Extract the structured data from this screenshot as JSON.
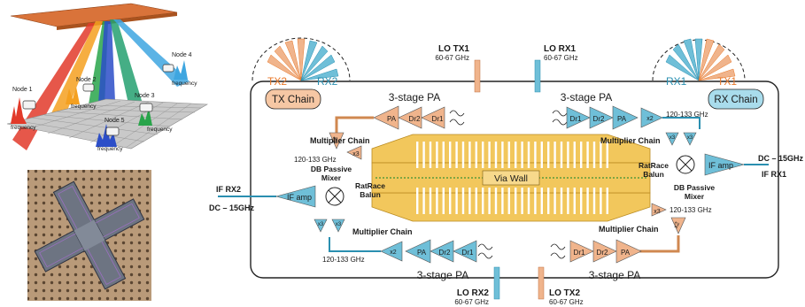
{
  "colors": {
    "orange": "#f0b48c",
    "orange_text": "#e8782a",
    "blue": "#6fbfd8",
    "blue_text": "#2a8fb0",
    "gold": "#f2c75c",
    "chip_body": "#ffffff",
    "tx_chain_fill": "#f6c7a4",
    "rx_chain_fill": "#a9dcec"
  },
  "scene": {
    "nodes": [
      "Node 1",
      "Node 2",
      "Node 3",
      "Node 4",
      "Node 5"
    ],
    "freq_label": "frequency"
  },
  "photo": {
    "icon": "cross-chip-photo"
  },
  "diagram": {
    "tx_chain": "TX Chain",
    "rx_chain": "RX Chain",
    "fan_left": {
      "tx": "TX2",
      "rx": "RX2"
    },
    "fan_right": {
      "rx": "RX1",
      "tx": "TX1"
    },
    "lo_tx1": "LO TX1",
    "lo_rx1": "LO RX1",
    "lo_rx2": "LO RX2",
    "lo_tx2": "LO TX2",
    "lo_freq": "60-67 GHz",
    "three_stage_pa": "3-stage PA",
    "pa": "PA",
    "dr1": "Dr1",
    "dr2": "Dr2",
    "x2": "x2",
    "x3": "x3",
    "multiplier_chain": "Multiplier Chain",
    "freq_120": "120-133 GHz",
    "via_wall": "Via Wall",
    "if_amp": "IF amp",
    "db_passive_mixer": [
      "DB Passive",
      "Mixer"
    ],
    "ratrace_balun": [
      "RatRace",
      "Balun"
    ],
    "dc_15ghz": "DC – 15GHz",
    "if_rx1": "IF RX1",
    "if_rx2": "IF RX2"
  }
}
